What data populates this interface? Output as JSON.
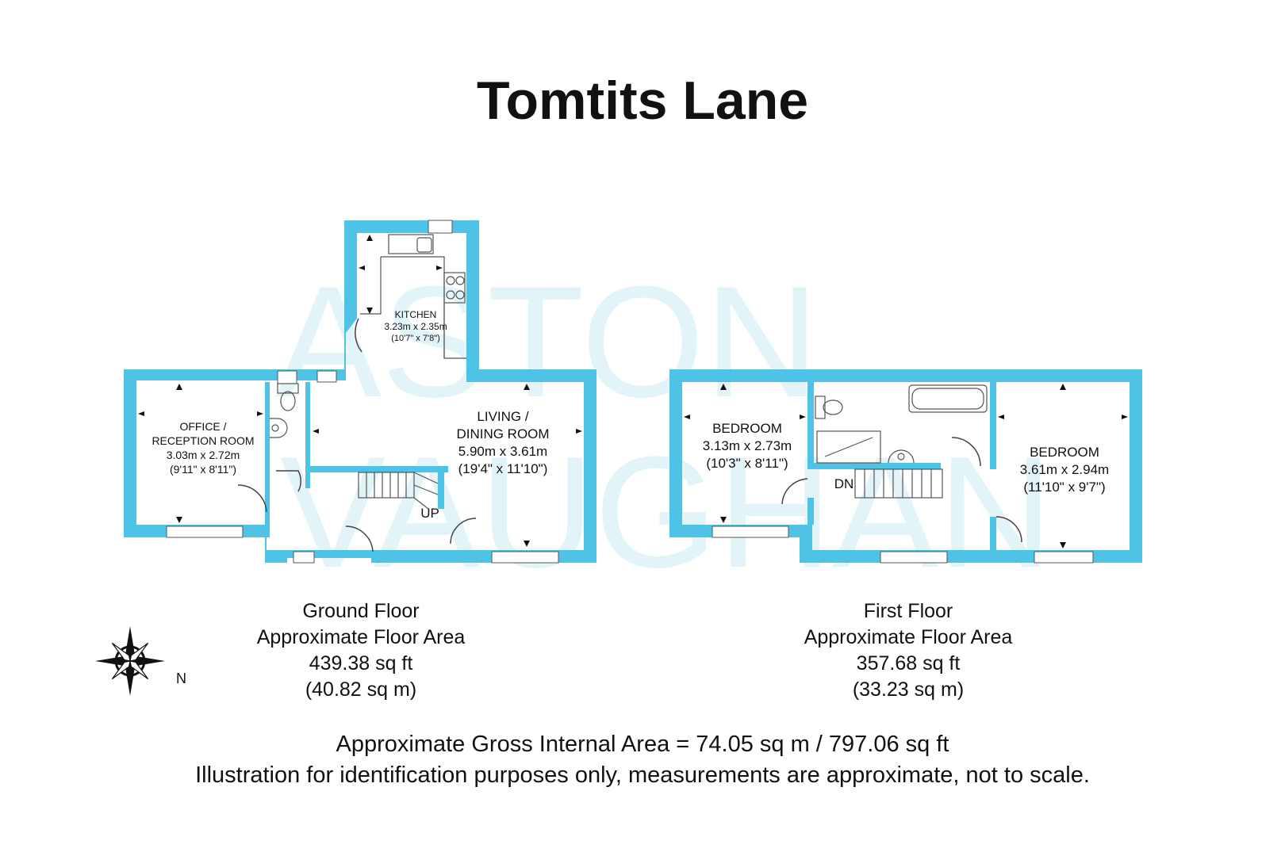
{
  "title": "Tomtits Lane",
  "watermark": {
    "line1": "ASTON",
    "line2": "VAUGHAN"
  },
  "colors": {
    "wall": "#4ec3e6",
    "watermark": "#e3f4f8",
    "text": "#111111",
    "fixture": "#666666"
  },
  "ground_floor": {
    "rooms": [
      {
        "name": "KITCHEN",
        "size_m": "3.23m x 2.35m",
        "size_ft": "(10'7\" x 7'8\")"
      },
      {
        "name_line1": "OFFICE /",
        "name_line2": "RECEPTION ROOM",
        "size_m": "3.03m x 2.72m",
        "size_ft": "(9'11\" x 8'11\")"
      },
      {
        "name_line1": "LIVING /",
        "name_line2": "DINING ROOM",
        "size_m": "5.90m x 3.61m",
        "size_ft": "(19'4\" x 11'10\")"
      }
    ],
    "stairs_label": "UP",
    "caption": {
      "name": "Ground Floor",
      "area_label": "Approximate Floor Area",
      "area_sqft": "439.38 sq ft",
      "area_sqm": "(40.82 sq m)"
    }
  },
  "first_floor": {
    "rooms": [
      {
        "name": "BEDROOM",
        "size_m": "3.13m x 2.73m",
        "size_ft": "(10'3\" x 8'11\")"
      },
      {
        "name": "BEDROOM",
        "size_m": "3.61m x 2.94m",
        "size_ft": "(11'10\" x 9'7\")"
      }
    ],
    "stairs_label": "DN",
    "caption": {
      "name": "First Floor",
      "area_label": "Approximate Floor Area",
      "area_sqft": "357.68 sq ft",
      "area_sqm": "(33.23 sq m)"
    }
  },
  "compass": {
    "label": "N",
    "icon": "compass-rose-icon"
  },
  "footer": {
    "gross_area": "Approximate Gross Internal Area = 74.05 sq m / 797.06 sq ft",
    "disclaimer": "Illustration for identification purposes only, measurements are approximate, not to scale."
  }
}
